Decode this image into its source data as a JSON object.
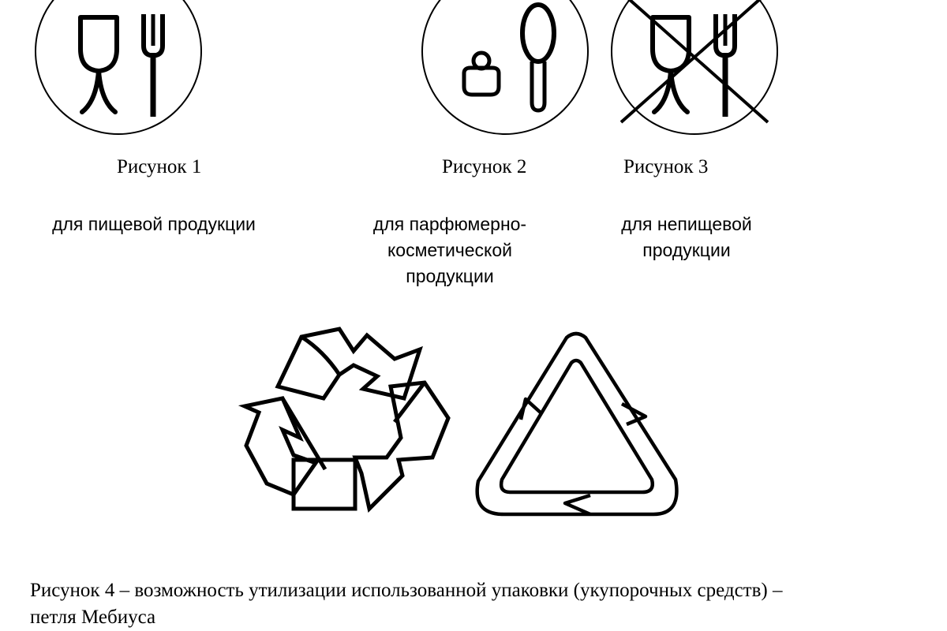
{
  "figures": [
    {
      "caption": "Рисунок 1",
      "description": "для пищевой продукции",
      "icon": "glass-fork-icon"
    },
    {
      "caption": "Рисунок 2",
      "description": "для парфюмерно-\nкосметической\nпродукции",
      "icon": "cosmetics-mirror-icon"
    },
    {
      "caption": "Рисунок 3",
      "description": "для непищевой\nпродукции",
      "icon": "crossed-glass-fork-icon"
    }
  ],
  "figure4": {
    "caption": "Рисунок 4 – возможность утилизации использованной упаковки (укупорочных средств) –\nпетля Мебиуса",
    "icons": [
      "recycle-arrows-icon",
      "mobius-loop-icon"
    ]
  }
}
